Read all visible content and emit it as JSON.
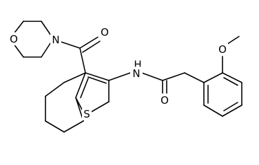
{
  "structure": {
    "atom_labels": {
      "morpholine_o": "O",
      "morpholine_n": "N",
      "carbonyl_o_morph": "O",
      "amide_nh": "H",
      "amide_n": "N",
      "amide_o": "O",
      "methoxy_o": "O",
      "thiophene_s": "S"
    }
  }
}
